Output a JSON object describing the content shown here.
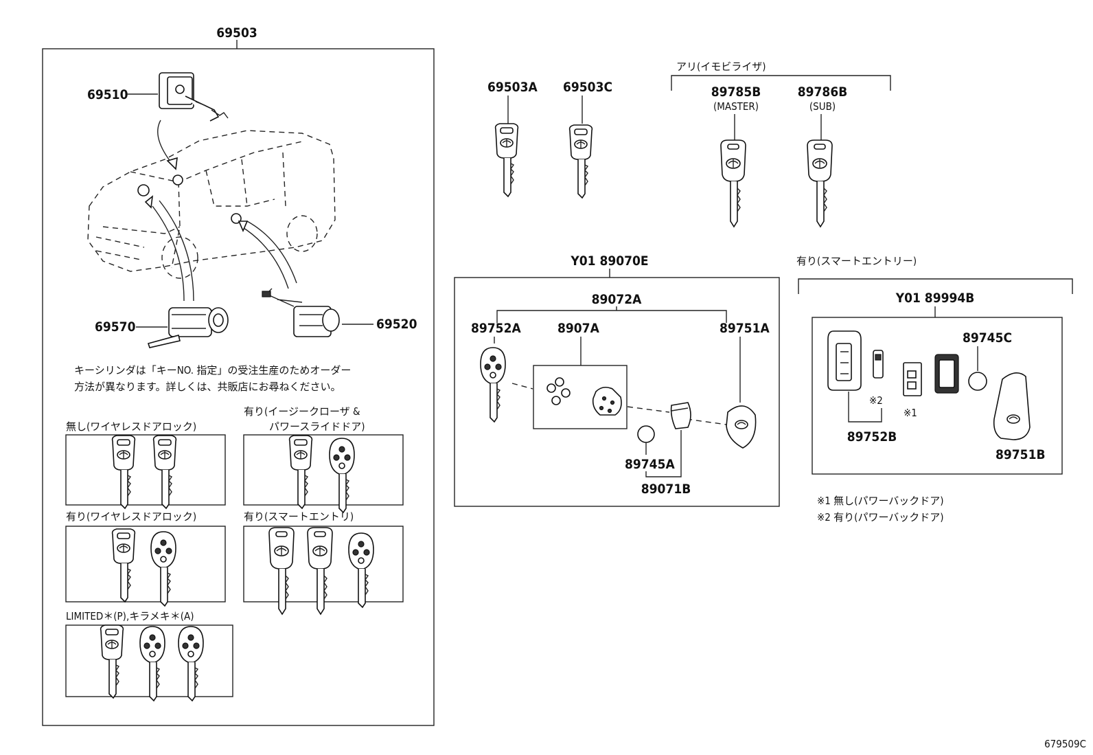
{
  "labels": {
    "assy": "69503",
    "p69510": "69510",
    "p69570": "69570",
    "p69520": "69520",
    "p69503A": "69503A",
    "p69503C": "69503C",
    "immobilizer": "アリ(イモビライザ)",
    "p89785B": "89785B",
    "master": "(MASTER)",
    "p89786B": "89786B",
    "sub": "(SUB)",
    "kit1": "Y01 89070E",
    "p89072A": "89072A",
    "p89752A": "89752A",
    "p8907A": "8907A",
    "p89751A": "89751A",
    "p89745A": "89745A",
    "p89071B": "89071B",
    "smart": "有り(スマートエントリー)",
    "kit2": "Y01 89994B",
    "p89745C": "89745C",
    "p89752B": "89752B",
    "p89751B": "89751B",
    "mark2": "※2",
    "mark1": "※1",
    "ref": "679509C"
  },
  "notes": {
    "cylinder_line1": "キーシリンダは「キーNO. 指定」の受注生産のためオーダー",
    "cylinder_line2": "方法が異なります。詳しくは、共販店にお尋ねください。",
    "footnote1": "※1  無し(パワーバックドア)",
    "footnote2": "※2  有り(パワーバックドア)"
  },
  "variants": {
    "no_wireless": "無し(ワイヤレスドアロック)",
    "easy_closer_1": "有り(イージークローザ &",
    "easy_closer_2": "パワースライドドア)",
    "wireless": "有り(ワイヤレスドアロック)",
    "smart_entry": "有り(スマートエントリ)",
    "limited": "LIMITED＊(P),キラメキ＊(A)"
  }
}
